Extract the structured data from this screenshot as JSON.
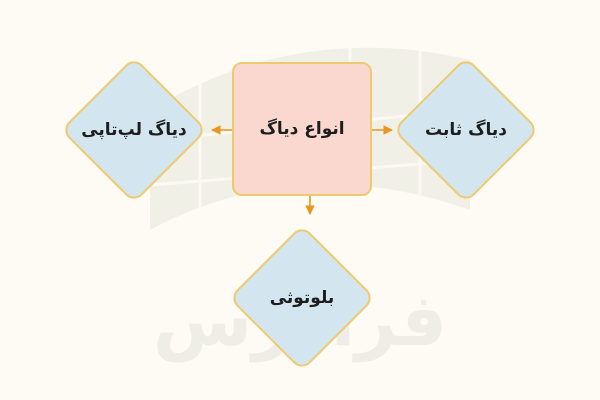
{
  "colors": {
    "background": "#fdfbf3",
    "center_fill": "#fad7cf",
    "leaf_fill": "#d3e6ef",
    "border": "#efc96f",
    "arrow": "#e8961e",
    "text": "#1d1d1d"
  },
  "nodes": {
    "center": {
      "label": "انواع دیاگ",
      "shape": "rounded-rectangle"
    },
    "left": {
      "label": "دیاگ لپ‌تاپی",
      "shape": "diamond"
    },
    "right": {
      "label": "دیاگ ثابت",
      "shape": "diamond"
    },
    "bottom": {
      "label": "بلوتوثی",
      "shape": "diamond"
    }
  },
  "edges": [
    {
      "from": "center",
      "to": "left"
    },
    {
      "from": "center",
      "to": "right"
    },
    {
      "from": "center",
      "to": "bottom"
    }
  ],
  "watermark": {
    "text": "فرادرس"
  }
}
